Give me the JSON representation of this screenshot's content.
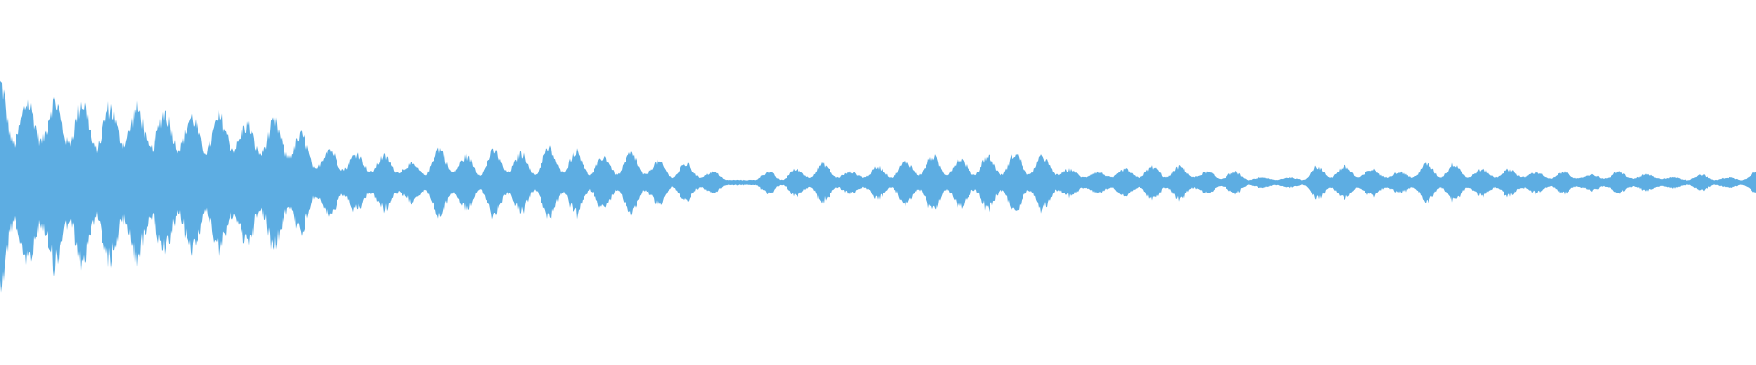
{
  "waveform": {
    "color": "#5dade2",
    "background": "#ffffff",
    "envelope": [
      0.76,
      0.3,
      0.62,
      0.32,
      0.62,
      0.3,
      0.62,
      0.26,
      0.58,
      0.3,
      0.56,
      0.26,
      0.54,
      0.26,
      0.5,
      0.24,
      0.5,
      0.26,
      0.44,
      0.22,
      0.46,
      0.2,
      0.36,
      0.1,
      0.26,
      0.1,
      0.22,
      0.08,
      0.2,
      0.08,
      0.14,
      0.06,
      0.26,
      0.08,
      0.2,
      0.06,
      0.24,
      0.08,
      0.22,
      0.06,
      0.26,
      0.08,
      0.24,
      0.06,
      0.2,
      0.06,
      0.22,
      0.06,
      0.16,
      0.04,
      0.14,
      0.04,
      0.08,
      0.02,
      0.02,
      0.02,
      0.08,
      0.02,
      0.1,
      0.04,
      0.14,
      0.04,
      0.08,
      0.04,
      0.12,
      0.04,
      0.16,
      0.06,
      0.2,
      0.06,
      0.18,
      0.06,
      0.2,
      0.06,
      0.22,
      0.06,
      0.2,
      0.06,
      0.1,
      0.04,
      0.08,
      0.04,
      0.1,
      0.04,
      0.12,
      0.04,
      0.12,
      0.04,
      0.08,
      0.03,
      0.08,
      0.02,
      0.04,
      0.02,
      0.04,
      0.02,
      0.12,
      0.04,
      0.12,
      0.04,
      0.1,
      0.04,
      0.08,
      0.04,
      0.14,
      0.04,
      0.14,
      0.04,
      0.1,
      0.04,
      0.1,
      0.04,
      0.08,
      0.03,
      0.08,
      0.03,
      0.06,
      0.03,
      0.08,
      0.03,
      0.06,
      0.03,
      0.04,
      0.02,
      0.06,
      0.02,
      0.04,
      0.02,
      0.08
    ]
  }
}
